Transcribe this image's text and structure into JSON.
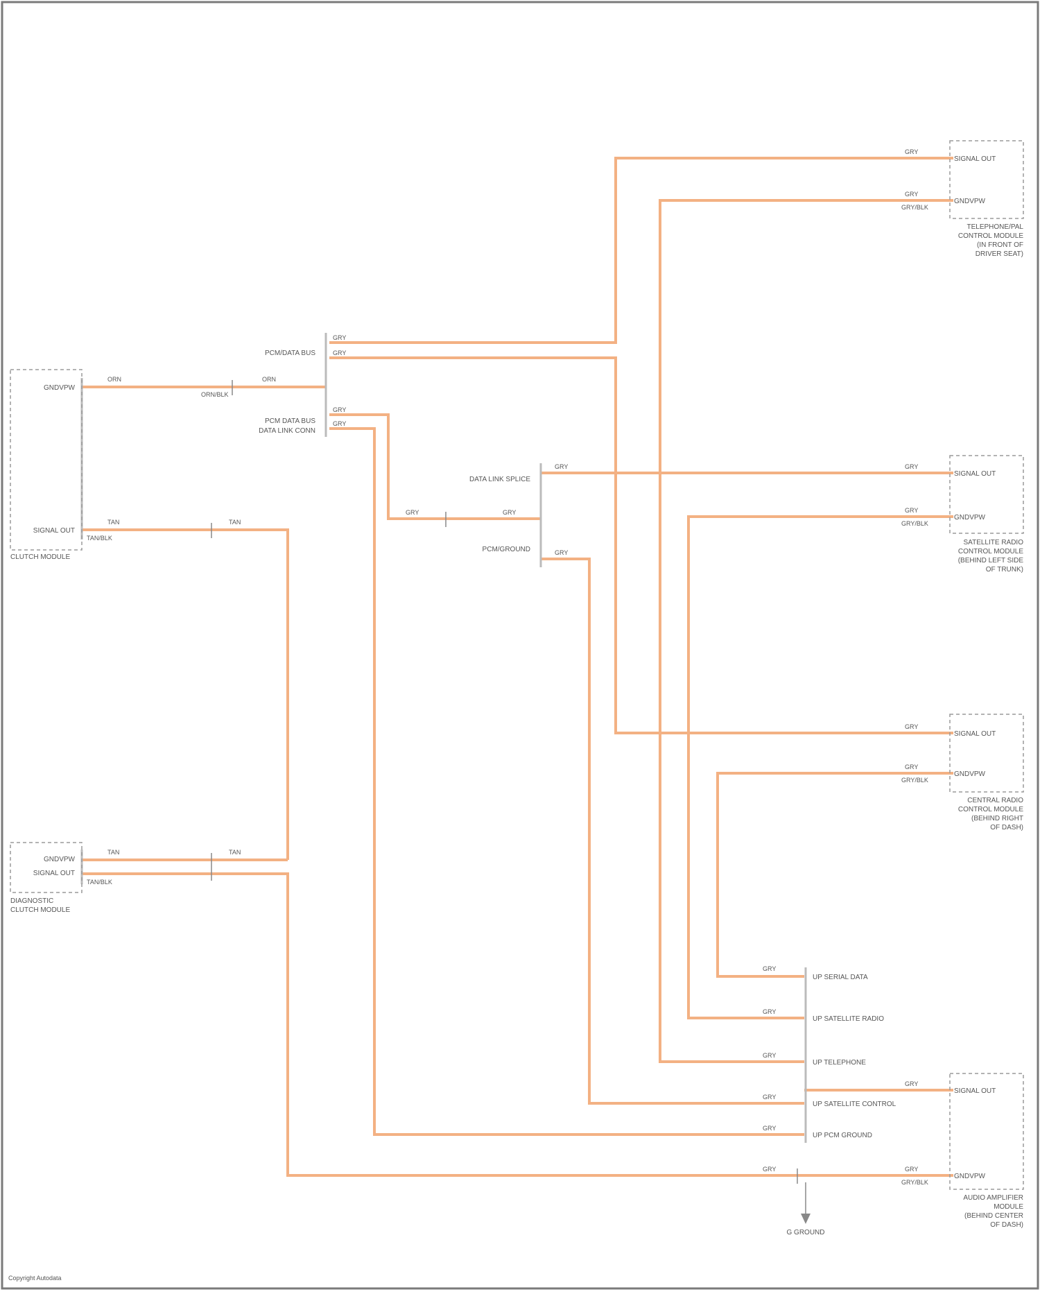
{
  "diagram": {
    "colors": {
      "wire": "#f3b183",
      "frame": "#7a7a7a",
      "text": "#555555"
    },
    "modules": {
      "tcm": {
        "pins": [
          "GNDVPW",
          "SIGNAL OUT"
        ],
        "caption": [
          "CLUTCH MODULE"
        ]
      },
      "dlc": {
        "pins": [
          "GNDVPW",
          "SIGNAL OUT"
        ],
        "caption": [
          "DIAGNOSTIC",
          "CLUTCH MODULE"
        ]
      },
      "top_right": {
        "pins": [
          "SIGNAL OUT",
          "GNDVPW"
        ],
        "caption": [
          "TELEPHONE/PAL",
          "CONTROL MODULE",
          "(IN FRONT OF",
          "DRIVER SEAT)"
        ]
      },
      "mid_right": {
        "pins": [
          "SIGNAL OUT",
          "GNDVPW"
        ],
        "caption": [
          "SATELLITE RADIO",
          "CONTROL MODULE",
          "(BEHIND LEFT SIDE",
          "OF TRUNK)"
        ]
      },
      "right3": {
        "pins": [
          "SIGNAL OUT",
          "GNDVPW"
        ],
        "caption": [
          "CENTRAL RADIO",
          "CONTROL MODULE",
          "(BEHIND RIGHT",
          "OF DASH)"
        ]
      },
      "bottom_right": {
        "pins": [
          "SIGNAL OUT",
          "GNDVPW"
        ],
        "caption": [
          "AUDIO AMPLIFIER",
          "MODULE",
          "(BEHIND CENTER",
          "OF DASH)"
        ]
      }
    },
    "junction_labels": [
      "PCM/DATA BUS",
      "PCM DATA BUS",
      "DATA LINK CONN",
      "DATA LINK SPLICE",
      "PCM/GROUND"
    ],
    "bus_labels": [
      "UP SERIAL DATA",
      "UP SATELLITE RADIO",
      "UP TELEPHONE",
      "UP SATELLITE CONTROL",
      "UP PCM GROUND"
    ],
    "wire_color_codes": [
      "ORN",
      "ORN/BLK",
      "TAN",
      "TAN/BLK",
      "GRY",
      "GRY/BLK"
    ],
    "ground_label": "G GROUND",
    "footer": "Copyright Autodata"
  }
}
